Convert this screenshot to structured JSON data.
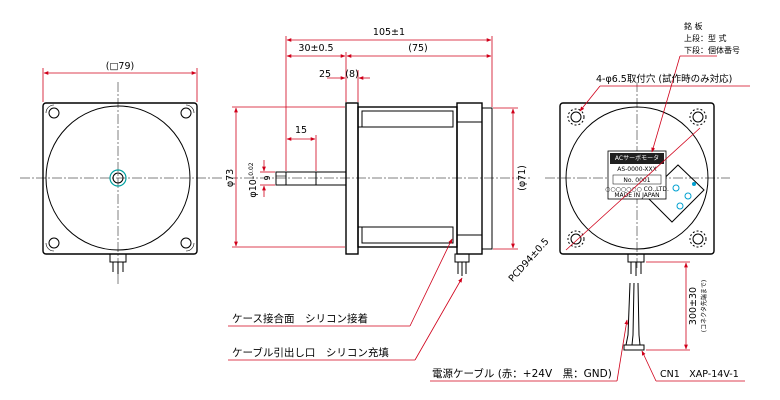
{
  "dimensions": {
    "square_width": "(□79)",
    "overall_length": "105±1",
    "flange_to_end": "30±0.5",
    "body_length": "(75)",
    "shaft_step": "25",
    "flange_thickness": "(8)",
    "shaft_key_length": "15",
    "shaft_diameter": "φ10-",
    "shaft_tolerance": "0.02",
    "flat_depth": "9",
    "body_diameter": "φ73",
    "rear_diameter": "(φ71)",
    "pcd": "PCD94±0.5",
    "cable_length": "300±30",
    "cable_length_note": "(コネクタ先端まで)"
  },
  "annotations": {
    "nameplate": "銘 板",
    "nameplate_upper": "上段：型 式",
    "nameplate_lower": "下段：個体番号",
    "mounting_holes": "4-φ6.5取付穴 (試作時のみ対応)",
    "case_joint": "ケース接合面　シリコン接着",
    "cable_exit": "ケーブル引出し口　シリコン充填",
    "power_cable": "電源ケーブル (赤：+24V　黒：GND)",
    "connector": "CN1　XAP-14V-1"
  },
  "label": {
    "line1": "ACサーボモータ",
    "line2": "AS-0000-XXX",
    "serial": "No. 0001",
    "maker1": "○○○○○○○ CO.,LTD.",
    "maker2": "MADE IN JAPAN"
  },
  "colors": {
    "dimension": "#d0001a",
    "outline": "#000000"
  }
}
